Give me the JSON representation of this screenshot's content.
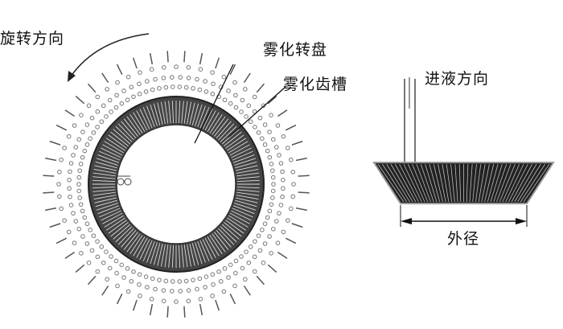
{
  "labels": {
    "rotation_direction": "旋转方向",
    "atomizing_disc": "雾化转盘",
    "atomizing_slots": "雾化齿槽",
    "feed_direction": "进液方向",
    "outer_diameter": "外径"
  },
  "colors": {
    "ink": "#111111",
    "dot": "#777777",
    "ring": "#333333"
  }
}
